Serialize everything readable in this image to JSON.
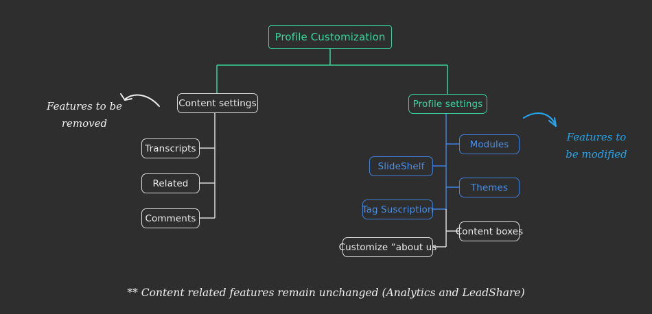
{
  "diagram": {
    "title": "Profile Customization",
    "background_color": "#2e2e2e",
    "colors": {
      "teal": "#3ad39b",
      "blue": "#3e82e0",
      "white": "#dcdcdc",
      "annotation_blue": "#28a2e8",
      "annotation_white": "#efefef"
    },
    "root": {
      "label": "Profile Customization",
      "color": "teal"
    },
    "branches": [
      {
        "name": "content-settings",
        "label": "Content settings",
        "color": "white",
        "children": [
          {
            "label": "Transcripts",
            "color": "white"
          },
          {
            "label": "Related",
            "color": "white"
          },
          {
            "label": "Comments",
            "color": "white"
          }
        ]
      },
      {
        "name": "profile-settings",
        "label": "Profile settings",
        "color": "teal",
        "children": [
          {
            "label": "Modules",
            "color": "blue",
            "side": "right"
          },
          {
            "label": "SlideShelf",
            "color": "blue",
            "side": "left"
          },
          {
            "label": "Themes",
            "color": "blue",
            "side": "right"
          },
          {
            "label": "Tag Suscription",
            "color": "blue",
            "side": "left"
          },
          {
            "label": "Content boxes",
            "color": "white",
            "side": "right"
          },
          {
            "label": "Customize “about us",
            "color": "white",
            "side": "left"
          }
        ]
      }
    ],
    "annotations": [
      {
        "name": "features-to-be-removed",
        "text": "Features to be\nremoved",
        "color": "#efefef",
        "arrow": "curved-arrow-left"
      },
      {
        "name": "features-to-be-modified",
        "text": "Features to\nbe modified",
        "color": "#28a2e8",
        "arrow": "curved-arrow-right"
      }
    ],
    "footnote": "** Content related features remain unchanged (Analytics and LeadShare)"
  }
}
